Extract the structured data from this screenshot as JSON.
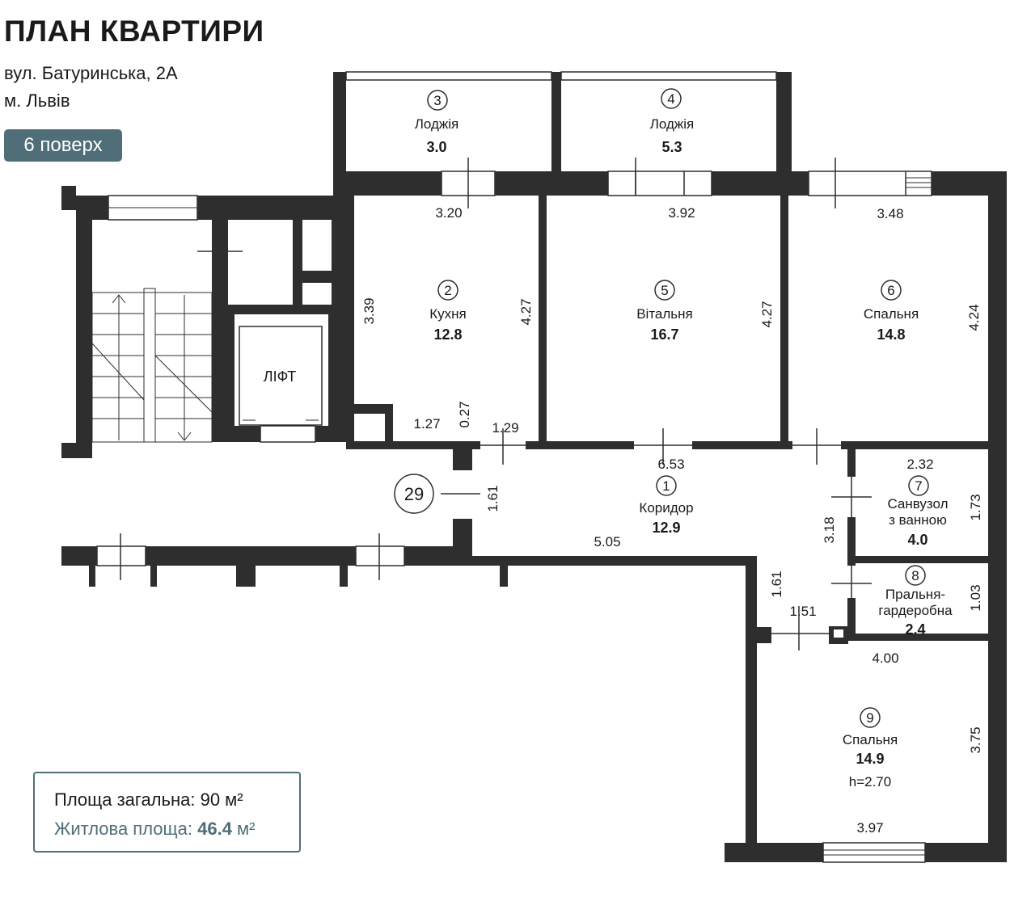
{
  "header": {
    "title": "ПЛАН КВАРТИРИ",
    "street": "вул. Батуринська, 2А",
    "city": "м. Львів",
    "floor": "6 поверх"
  },
  "summary": {
    "total_prefix": "Площа загальна: ",
    "total_value": "90 м²",
    "living_prefix": "Житлова площа: ",
    "living_value": "46.4",
    "living_unit": " м²"
  },
  "rooms": {
    "r1": {
      "num": "1",
      "name": "Коридор",
      "area": "12.9"
    },
    "r2": {
      "num": "2",
      "name": "Кухня",
      "area": "12.8"
    },
    "r3": {
      "num": "3",
      "name": "Лоджія",
      "area": "3.0"
    },
    "r4": {
      "num": "4",
      "name": "Лоджія",
      "area": "5.3"
    },
    "r5": {
      "num": "5",
      "name": "Вітальня",
      "area": "16.7"
    },
    "r6": {
      "num": "6",
      "name": "Спальня",
      "area": "14.8"
    },
    "r7": {
      "num": "7",
      "name1": "Санвузол",
      "name2": "з ванною",
      "area": "4.0"
    },
    "r8": {
      "num": "8",
      "name1": "Пральня-",
      "name2": "гардеробна",
      "area": "2.4"
    },
    "r9": {
      "num": "9",
      "name": "Спальня",
      "area": "14.9",
      "height": "h=2.70"
    }
  },
  "apartment_number": "29",
  "lift_label": "ЛІФТ",
  "dimensions": {
    "kitchen_w": "3.20",
    "kitchen_h_left": "3.39",
    "kitchen_h_right": "4.27",
    "kitchen_step_w": "1.27",
    "kitchen_step_h": "0.27",
    "kitchen_door": "1.29",
    "living_w": "3.92",
    "living_h": "4.27",
    "bed6_w": "3.48",
    "bed6_h": "4.24",
    "corridor_w": "6.53",
    "corridor_h": "1.61",
    "corridor_low": "5.05",
    "corridor_v": "3.18",
    "bath_w": "2.32",
    "bath_h": "1.73",
    "laundry_h": "1.03",
    "hall_h": "1.61",
    "hall_w": "1.51",
    "bed9_w_top": "4.00",
    "bed9_h": "3.75",
    "bed9_w_bottom": "3.97"
  },
  "colors": {
    "accent": "#4f6e77",
    "wall": "#2e2e2e"
  }
}
